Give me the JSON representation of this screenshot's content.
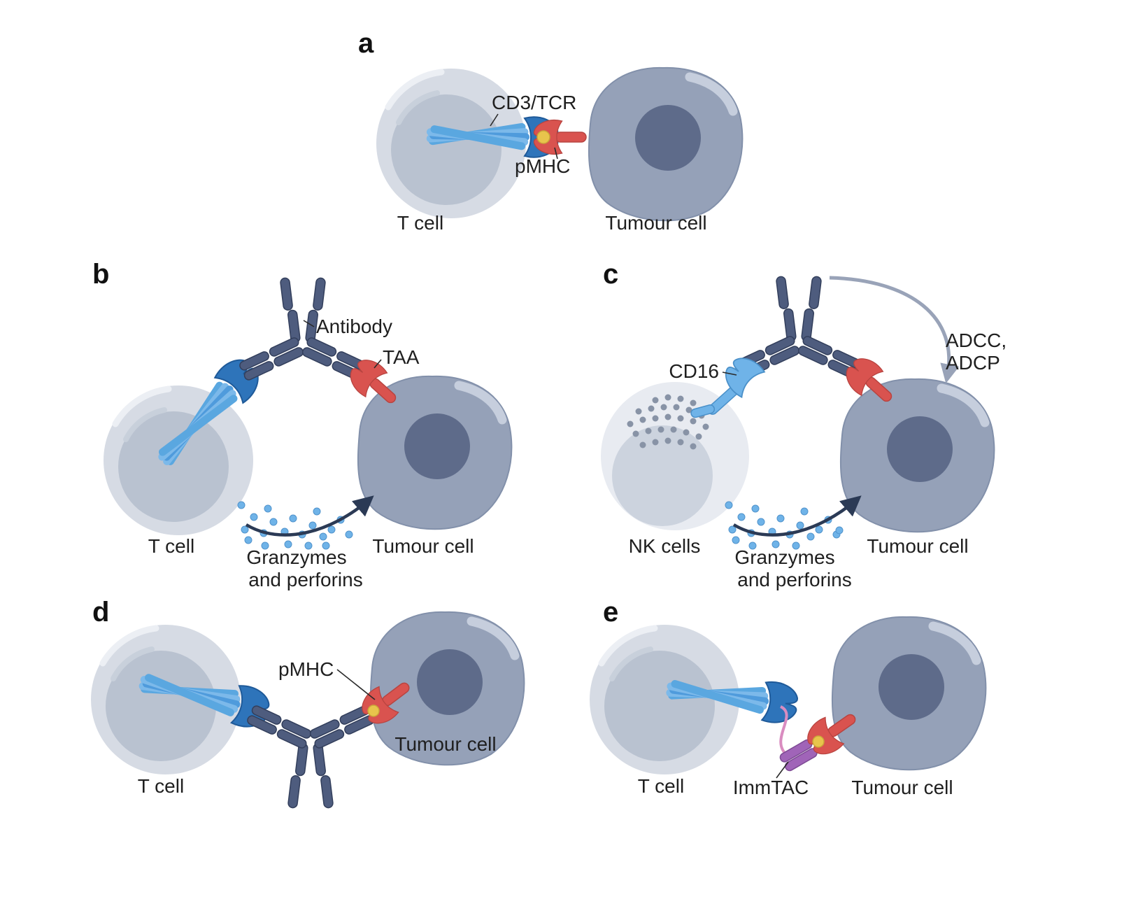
{
  "figure": {
    "panels": {
      "a": {
        "letter": "a",
        "cd3_tcr": "CD3/TCR",
        "pmhc": "pMHC",
        "t_cell": "T cell",
        "tumour_cell": "Tumour cell"
      },
      "b": {
        "letter": "b",
        "antibody": "Antibody",
        "taa": "TAA",
        "t_cell": "T cell",
        "granzymes_line1": "Granzymes",
        "granzymes_line2": "and perforins",
        "tumour_cell": "Tumour cell"
      },
      "c": {
        "letter": "c",
        "cd16": "CD16",
        "adcc_line1": "ADCC,",
        "adcc_line2": "ADCP",
        "nk_cells": "NK cells",
        "granzymes_line1": "Granzymes",
        "granzymes_line2": "and perforins",
        "tumour_cell": "Tumour cell"
      },
      "d": {
        "letter": "d",
        "pmhc": "pMHC",
        "t_cell": "T cell",
        "tumour_cell": "Tumour cell"
      },
      "e": {
        "letter": "e",
        "immtac": "ImmTAC",
        "t_cell": "T cell",
        "tumour_cell": "Tumour cell"
      }
    },
    "colors": {
      "t_cell_body": "#d6dbe4",
      "t_cell_inner": "#b9c2d0",
      "nk_cell_body": "#e8ebf1",
      "tumour_body": "#95a1b8",
      "tumour_nucleus": "#5e6b8a",
      "tcr_light_blue": "#7cb9ea",
      "tcr_dark_blue": "#2e74ba",
      "antibody_navy": "#4e5c7e",
      "pmhc_red": "#d9534f",
      "peptide_yellow": "#e8c44c",
      "cd16_blue": "#6fb3e8",
      "immtac_purple": "#a064b8",
      "linker_pink": "#d98cc0",
      "granzyme_dot": "#6fb3e8",
      "arrow_dark": "#2b3a55",
      "arrow_grey": "#99a3b8"
    }
  }
}
